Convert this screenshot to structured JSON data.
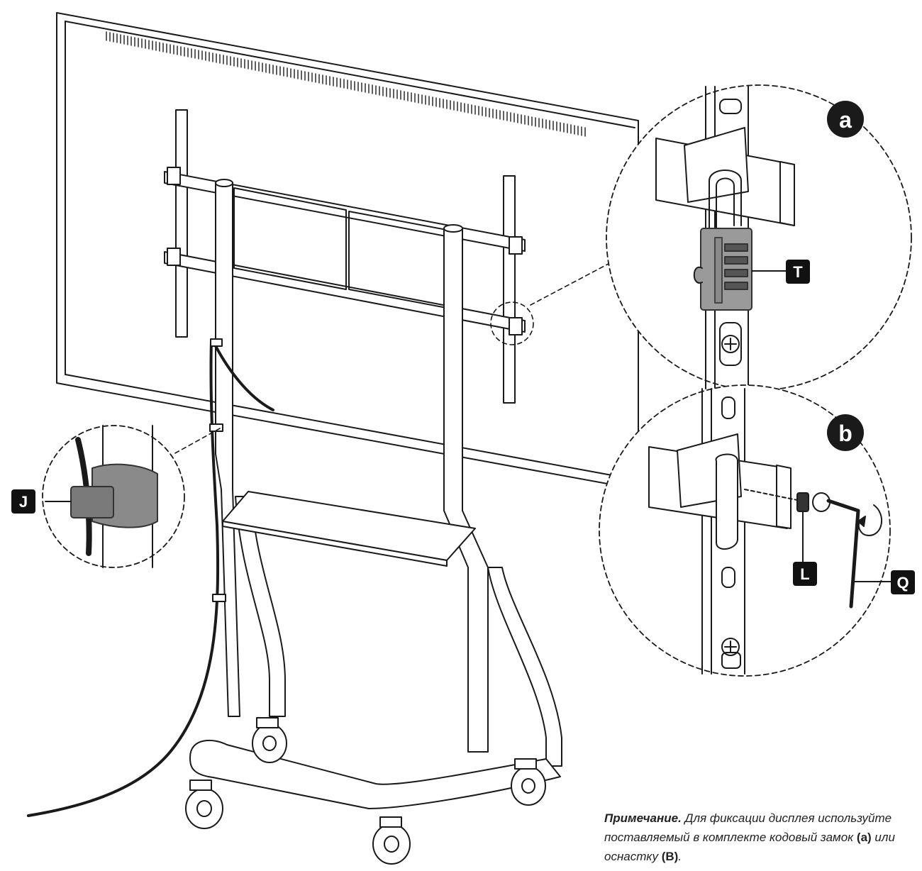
{
  "callouts": {
    "detail_a": "a",
    "detail_b": "b"
  },
  "labels": {
    "T": "T",
    "J": "J",
    "L": "L",
    "Q": "Q"
  },
  "note": {
    "title": "Примечание.",
    "line1_rest": " Для фиксации дисплея используйте",
    "line2_start": "поставляемый в комплекте кодовый замок ",
    "ref_a": "(a)",
    "line2_end": " или",
    "line3_start": "оснастку ",
    "ref_b": "(B)",
    "line3_end": "."
  },
  "colors": {
    "line": "#1a1a1a",
    "tag_bg": "#111111",
    "lock_body": "#9a9a9a",
    "strap": "#8a8a8a"
  }
}
